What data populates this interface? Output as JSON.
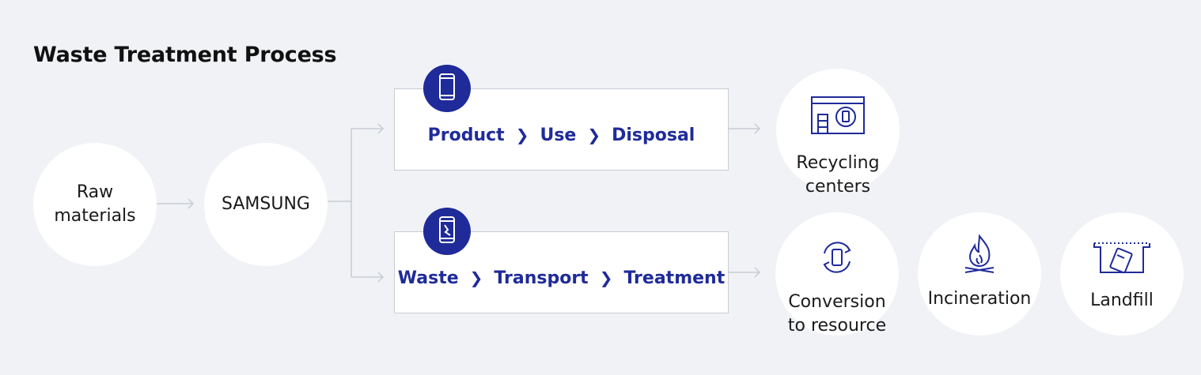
{
  "title": "Waste Treatment Process",
  "nodes": {
    "raw_materials": "Raw\nmaterials",
    "samsung": "SAMSUNG",
    "recycling_centers": "Recycling centers",
    "conversion": "Conversion\nto resource",
    "incineration": "Incineration",
    "landfill": "Landfill"
  },
  "flow_top": {
    "steps": [
      "Product",
      "Use",
      "Disposal"
    ]
  },
  "flow_bottom": {
    "steps": [
      "Waste",
      "Transport",
      "Treatment"
    ]
  },
  "icons": {
    "top_badge": "smartphone-icon",
    "bottom_badge": "broken-smartphone-icon",
    "recycling": "recycling-center-icon",
    "conversion": "recycle-phone-icon",
    "incineration": "fire-icon",
    "landfill": "landfill-icon"
  },
  "colors": {
    "accent": "#1f2b99",
    "background": "#f0f2f6",
    "connector": "#c8ccd3"
  }
}
